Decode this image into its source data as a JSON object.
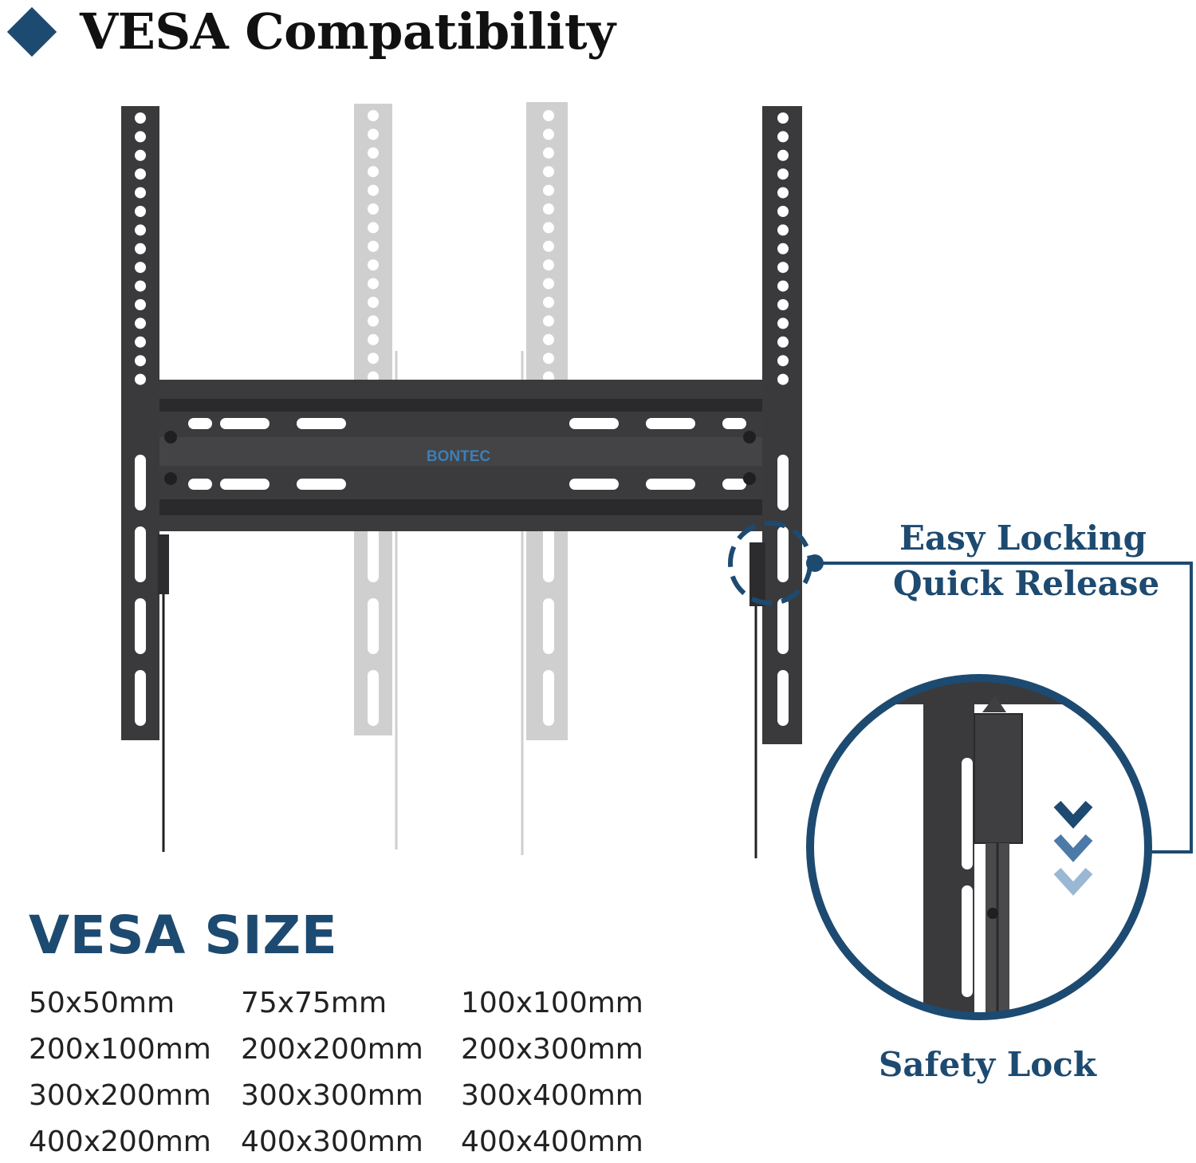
{
  "header": {
    "title": "VESA Compatibility"
  },
  "product": {
    "brand_label": "BONTEC"
  },
  "callouts": {
    "easy_locking": "Easy Locking",
    "quick_release": "Quick Release",
    "safety_lock": "Safety Lock"
  },
  "vesa": {
    "heading": "VESA SIZE",
    "sizes": [
      "50x50mm",
      "75x75mm",
      "100x100mm",
      "200x100mm",
      "200x200mm",
      "200x300mm",
      "300x200mm",
      "300x300mm",
      "300x400mm",
      "400x200mm",
      "400x300mm",
      "400x400mm"
    ]
  },
  "colors": {
    "accent": "#1d4a70",
    "bracket_dark": "#3a3a3c",
    "bracket_ghost": "#c4c4c4",
    "arrow_light": "#9ab8d4"
  }
}
